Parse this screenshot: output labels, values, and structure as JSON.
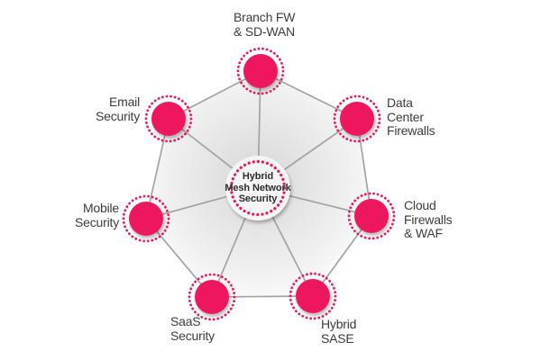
{
  "colors": {
    "accent": "#ED175F",
    "line": "#A3A3A3",
    "label": "#3C3C3C",
    "center_text": "#2D2D2D",
    "hub_fill": "#F5F5F5"
  },
  "hub": {
    "id": "hybrid-mesh-network-security",
    "lines": [
      "Hybrid",
      "Mesh Network",
      "Security"
    ]
  },
  "nodes": [
    {
      "id": "branch-fw-sd-wan",
      "lines": [
        "Branch FW",
        "& SD-WAN"
      ]
    },
    {
      "id": "data-center-firewalls",
      "lines": [
        "Data",
        "Center",
        "Firewalls"
      ]
    },
    {
      "id": "cloud-firewalls-waf",
      "lines": [
        "Cloud",
        "Firewalls",
        "& WAF"
      ]
    },
    {
      "id": "hybrid-sase",
      "lines": [
        "Hybrid",
        "SASE"
      ]
    },
    {
      "id": "saas-security",
      "lines": [
        "SaaS",
        "Security"
      ]
    },
    {
      "id": "mobile-security",
      "lines": [
        "Mobile",
        "Security"
      ]
    },
    {
      "id": "email-security",
      "lines": [
        "Email",
        "Security"
      ]
    }
  ],
  "topology": {
    "hub_connected_to": "all nodes",
    "ring_order": [
      "branch-fw-sd-wan",
      "data-center-firewalls",
      "cloud-firewalls-waf",
      "hybrid-sase",
      "saas-security",
      "mobile-security",
      "email-security"
    ]
  }
}
